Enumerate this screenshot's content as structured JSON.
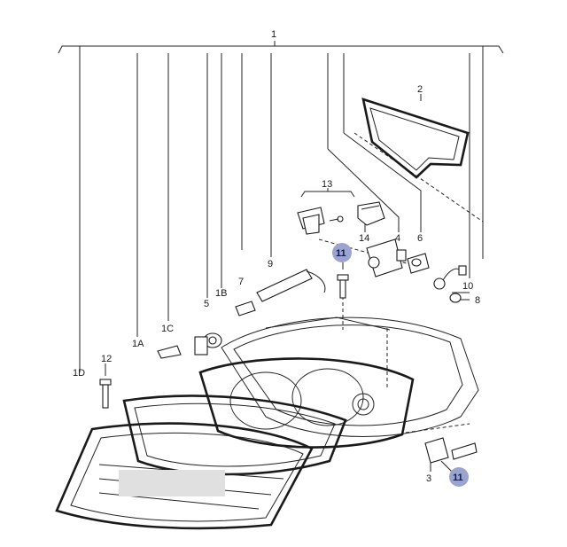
{
  "diagram": {
    "highlight_color": "#9aa4cf",
    "labels": {
      "p1": "1",
      "p2": "2",
      "p3": "3",
      "p4": "4",
      "p5": "5",
      "p6": "6",
      "p7": "7",
      "p8": "8",
      "p9": "9",
      "p10": "10",
      "p11_top": "11",
      "p11_bottom": "11",
      "p12": "12",
      "p13": "13",
      "p14": "14",
      "p1A": "1A",
      "p1B": "1B",
      "p1C": "1C",
      "p1D": "1D"
    }
  }
}
